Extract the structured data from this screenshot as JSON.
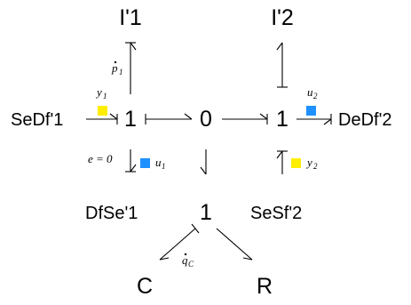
{
  "nodes": {
    "i1": "I'1",
    "i2": "I'2",
    "sedf1": "SeDf'1",
    "one_left": "1",
    "zero": "0",
    "one_right": "1",
    "dedf2": "DeDf'2",
    "dfse1": "DfSe'1",
    "one_bottom": "1",
    "sesf2": "SeSf'2",
    "c": "C",
    "r": "R"
  },
  "labels": {
    "p_dot": "p",
    "p_sub": "1",
    "y1": "y",
    "y1_sub": "1",
    "u2": "u",
    "u2_sub": "2",
    "e0": "e = 0",
    "u1": "u",
    "u1_sub": "1",
    "y2": "y",
    "y2_sub": "2",
    "qc": "q",
    "qc_sub": "C"
  },
  "colors": {
    "input_marker": "#1e90ff",
    "output_marker": "#ffee00"
  }
}
